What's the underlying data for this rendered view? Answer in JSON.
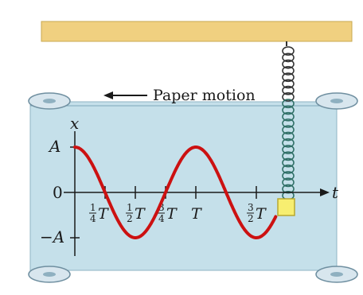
{
  "figure": {
    "paper_motion_label": "Paper motion",
    "axis_x_label": "x",
    "axis_t_label": "t",
    "y_ticks": {
      "A": "A",
      "zero": "0",
      "negA": "−A"
    },
    "t_ticks": [
      {
        "num": "1",
        "den": "4",
        "sym": "T"
      },
      {
        "num": "1",
        "den": "2",
        "sym": "T"
      },
      {
        "num": "3",
        "den": "4",
        "sym": "T"
      },
      {
        "num": "",
        "den": "",
        "sym": "T"
      },
      {
        "num": "3",
        "den": "2",
        "sym": "T"
      }
    ],
    "colors": {
      "ceiling": "#f0d080",
      "paper": "#c5e0ea",
      "roller": "#d8e6ee",
      "curve": "#cc1111",
      "spring": "#333333",
      "mass": "#f7ee70"
    }
  },
  "chart_data": {
    "type": "line",
    "function": "x(t) = A cos(2πt/T)",
    "x_range_T": [
      0,
      1.6
    ],
    "y_range": [
      "−A",
      "A"
    ]
  }
}
